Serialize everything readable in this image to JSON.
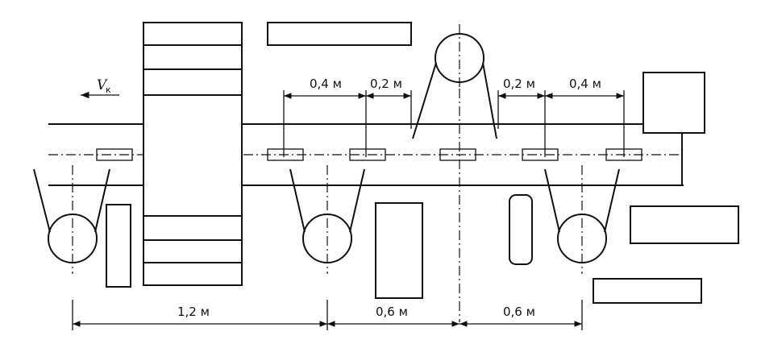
{
  "diagram": {
    "labels": {
      "velocity": "V",
      "velocity_sub": "к",
      "dim_top_left_1": "0,4 м",
      "dim_top_left_2": "0,2 м",
      "dim_top_right_1": "0,2 м",
      "dim_top_right_2": "0,4 м",
      "dim_bottom_1": "1,2 м",
      "dim_bottom_2": "0,6 м",
      "dim_bottom_3": "0,6 м"
    }
  }
}
